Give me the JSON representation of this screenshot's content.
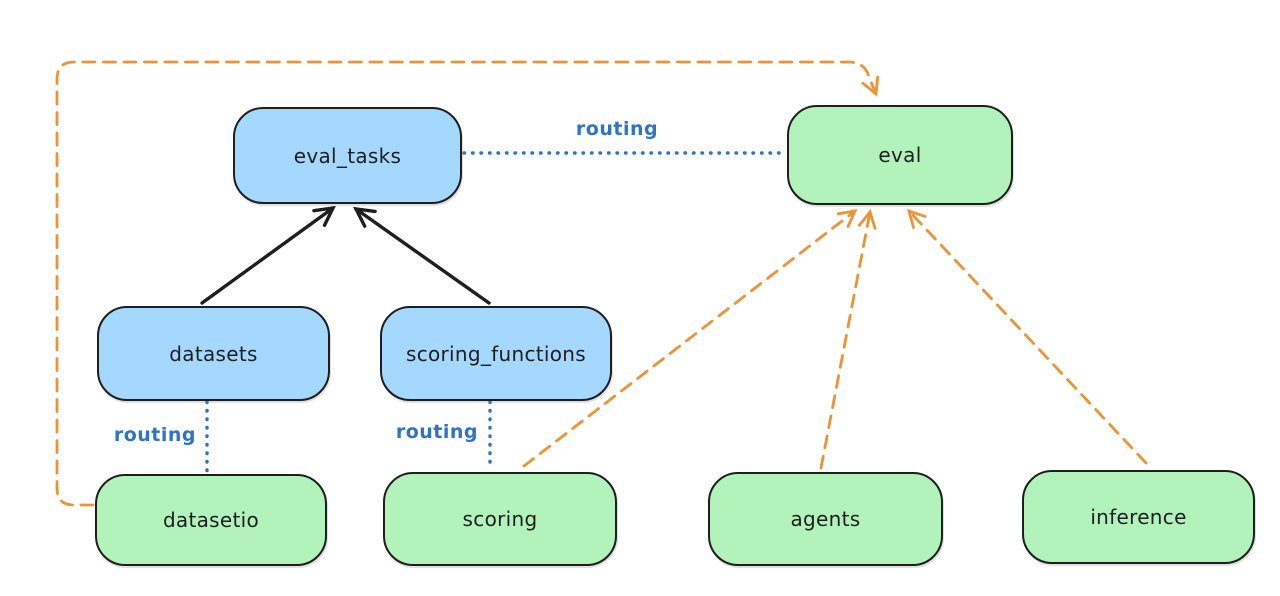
{
  "diagram_title": "",
  "nodes": {
    "eval_tasks": {
      "label": "eval_tasks",
      "fill": "blue"
    },
    "eval": {
      "label": "eval",
      "fill": "green"
    },
    "datasets": {
      "label": "datasets",
      "fill": "blue"
    },
    "scoring_functions": {
      "label": "scoring_functions",
      "fill": "blue"
    },
    "datasetio": {
      "label": "datasetio",
      "fill": "green"
    },
    "scoring": {
      "label": "scoring",
      "fill": "green"
    },
    "agents": {
      "label": "agents",
      "fill": "green"
    },
    "inference": {
      "label": "inference",
      "fill": "green"
    }
  },
  "edge_labels": {
    "routing": "routing"
  },
  "edges": [
    {
      "from": "datasets",
      "to": "eval_tasks",
      "style": "solid",
      "color": "black",
      "arrow": true
    },
    {
      "from": "scoring_functions",
      "to": "eval_tasks",
      "style": "solid",
      "color": "black",
      "arrow": true
    },
    {
      "from": "eval_tasks",
      "to": "eval",
      "style": "dotted",
      "color": "blue",
      "arrow": false,
      "label": "routing"
    },
    {
      "from": "datasets",
      "to": "datasetio",
      "style": "dotted",
      "color": "blue",
      "arrow": false,
      "label": "routing"
    },
    {
      "from": "scoring_functions",
      "to": "scoring",
      "style": "dotted",
      "color": "blue",
      "arrow": false,
      "label": "routing"
    },
    {
      "from": "datasetio",
      "to": "eval",
      "style": "dashed",
      "color": "orange",
      "arrow": true
    },
    {
      "from": "scoring",
      "to": "eval",
      "style": "dashed",
      "color": "orange",
      "arrow": true
    },
    {
      "from": "agents",
      "to": "eval",
      "style": "dashed",
      "color": "orange",
      "arrow": true
    },
    {
      "from": "inference",
      "to": "eval",
      "style": "dashed",
      "color": "orange",
      "arrow": true
    }
  ],
  "colors": {
    "node_blue_fill": "#a5d8ff",
    "node_green_fill": "#b2f2bb",
    "stroke_dark": "#1e1e1e",
    "routing_blue": "#2e73c5",
    "arrow_orange": "#ec9335",
    "background": "#ffffff"
  }
}
